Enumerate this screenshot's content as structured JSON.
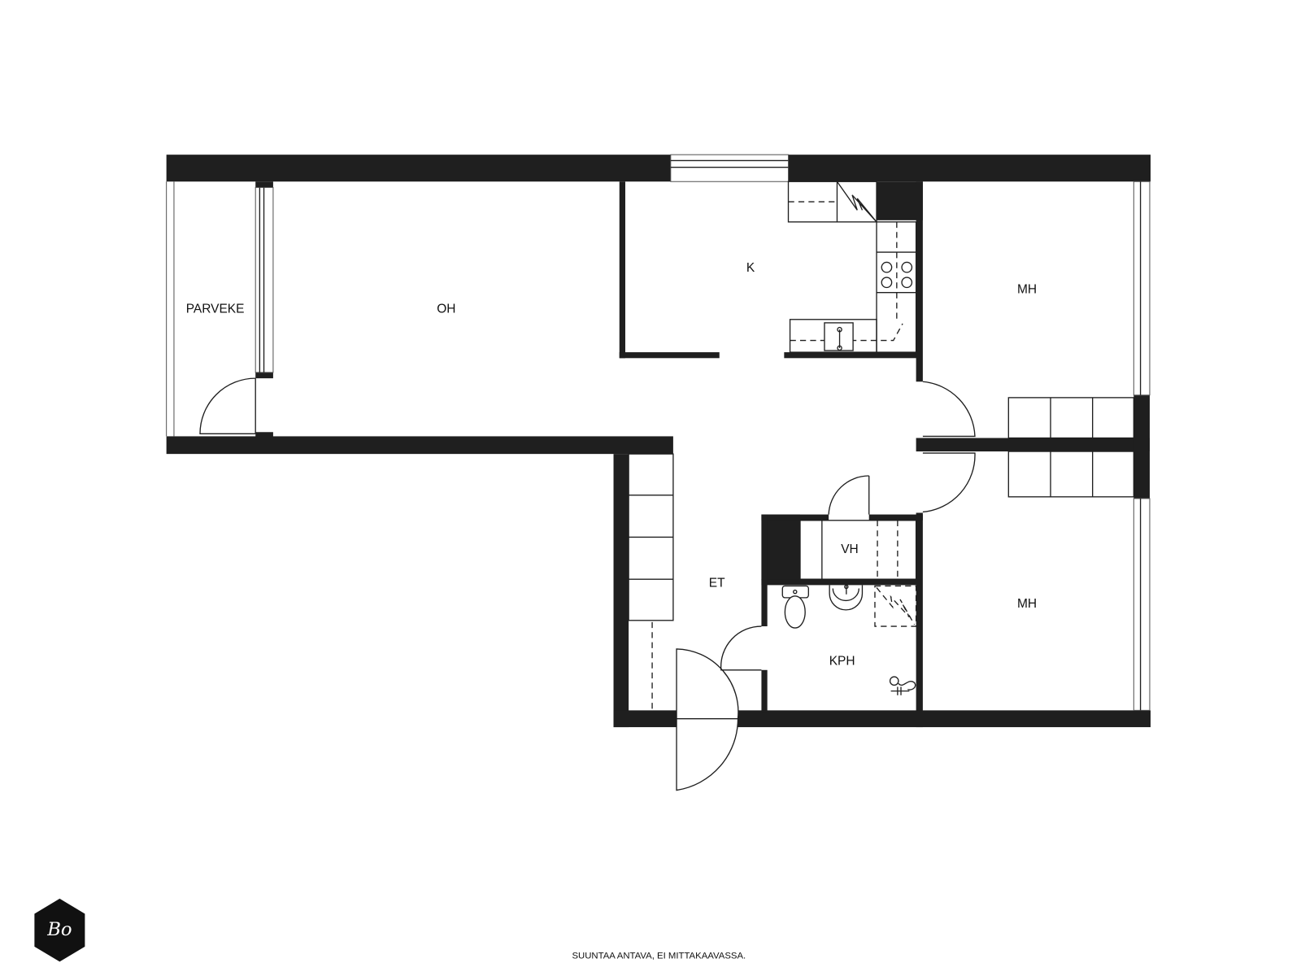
{
  "floorplan": {
    "rooms": [
      {
        "id": "parveke",
        "label": "PARVEKE",
        "meaning": "balcony"
      },
      {
        "id": "oh",
        "label": "OH",
        "meaning": "living room"
      },
      {
        "id": "k",
        "label": "K",
        "meaning": "kitchen"
      },
      {
        "id": "mh1",
        "label": "MH",
        "meaning": "bedroom"
      },
      {
        "id": "mh2",
        "label": "MH",
        "meaning": "bedroom"
      },
      {
        "id": "et",
        "label": "ET",
        "meaning": "entrance hall"
      },
      {
        "id": "vh",
        "label": "VH",
        "meaning": "closet"
      },
      {
        "id": "kph",
        "label": "KPH",
        "meaning": "bathroom"
      }
    ],
    "fixtures": [
      "stove-icon",
      "sink-icon",
      "refrigerator-icon",
      "toilet-icon",
      "washbasin-icon",
      "shower-icon",
      "shower-head-icon",
      "wardrobe-icon"
    ],
    "colors": {
      "wall": "#1f1f1f",
      "background": "#ffffff"
    }
  },
  "footer": {
    "disclaimer": "SUUNTAA ANTAVA, EI MITTAKAAVASSA.",
    "logo_text": "Bo"
  }
}
